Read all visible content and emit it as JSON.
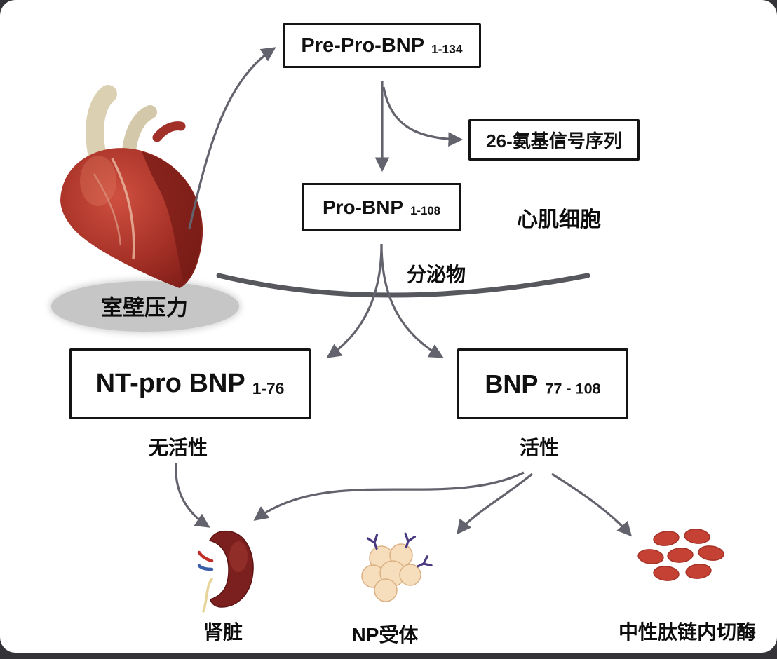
{
  "colors": {
    "arrow": "#63636d",
    "membrane": "#45454c",
    "box_border": "#141414",
    "heart_red": "#8c241e",
    "heart_light": "#cf5040",
    "vessel_beige": "#dcd0b2",
    "kidney_red": "#7c1f1f",
    "oval_red": "#c44134",
    "cell_tan": "#f6ddbb",
    "receptor_purple": "#4a3880",
    "shadow_gray": "#c6c6c6"
  },
  "boxes": {
    "pre_pro_bnp": {
      "label": "Pre-Pro-BNP",
      "sub": "1-134"
    },
    "signal_sequence": {
      "label": "26-氨基信号序列"
    },
    "pro_bnp": {
      "label": "Pro-BNP",
      "sub": "1-108"
    },
    "nt_pro_bnp": {
      "label": "NT-pro BNP",
      "sub": "1-76"
    },
    "bnp": {
      "label": "BNP",
      "sub": "77 - 108"
    }
  },
  "labels": {
    "wall_pressure": "室壁压力",
    "cardiomyocyte": "心肌细胞",
    "secretion": "分泌物",
    "inactive": "无活性",
    "active": "活性",
    "kidney": "肾脏",
    "np_receptor": "NP受体",
    "endopeptidase": "中性肽链内切酶"
  },
  "icons": {
    "heart": "heart-illustration",
    "kidney": "kidney-illustration",
    "np_receptor": "cell-cluster-with-receptors",
    "endopeptidase": "red-oval-cluster"
  }
}
